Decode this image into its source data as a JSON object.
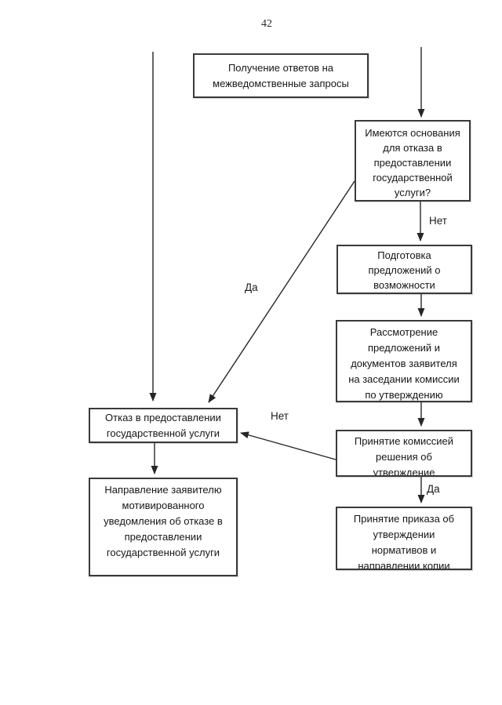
{
  "page": {
    "number": "42",
    "background_color": "#ffffff",
    "ink_color": "#2b2b2b"
  },
  "flowchart": {
    "nodes": [
      {
        "id": "receive-answers",
        "label": "Получение ответов на\nмежведомственные запросы"
      },
      {
        "id": "grounds-for-refusal",
        "label": "Имеются основания\nдля отказа в\nпредоставлении\nгосударственной\nуслуги?"
      },
      {
        "id": "prepare-proposals",
        "label": "Подготовка\nпредложений о\nвозможности"
      },
      {
        "id": "review-proposals",
        "label": "Рассмотрение\nпредложений и\nдокументов заявителя\nна заседании комиссии\nпо утверждению"
      },
      {
        "id": "commission-decision",
        "label": "Принятие комиссией\nрешения об\nутверждение"
      },
      {
        "id": "order-approval",
        "label": "Принятие приказа об\nутверждении\nнормативов и\nнаправлении копии"
      },
      {
        "id": "refusal",
        "label": "Отказ в предоставлении\nгосударственной услуги"
      },
      {
        "id": "notify-refusal",
        "label": "Направление заявителю\nмотивированного\nуведомления об отказе в\nпредоставлении\nгосударственной услуги"
      }
    ],
    "edge_labels": [
      {
        "id": "no-below-grounds",
        "text": "Нет"
      },
      {
        "id": "yes-diagonal-refuse",
        "text": "Да"
      },
      {
        "id": "no-diagonal-refuse",
        "text": "Нет"
      },
      {
        "id": "yes-below-decision",
        "text": "Да"
      }
    ]
  }
}
